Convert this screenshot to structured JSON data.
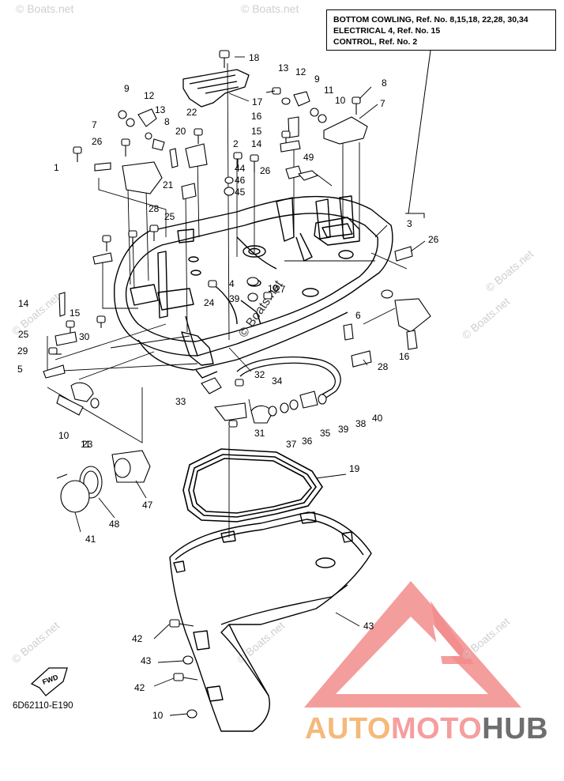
{
  "info_box": {
    "line1": "BOTTOM COWLING, Ref. No. 8,15,18, 22,28, 30,34",
    "line2": "ELECTRICAL 4, Ref. No. 15",
    "line3": "CONTROL,  Ref. No. 2"
  },
  "fwd_label": "FWD",
  "diagram_code": "6D62110-E190",
  "watermark": "© Boats.net",
  "brand": {
    "part1": "AUTO",
    "part2": "MOTO",
    "part3": "HUB"
  },
  "colors": {
    "logo_triangle": "#f28c8c",
    "brand_auto": "#f5b97a",
    "brand_moto": "#f59e9e",
    "brand_hub": "#6e6e6e"
  },
  "callouts": [
    "18",
    "13",
    "12",
    "9",
    "11",
    "10",
    "8",
    "7",
    "17",
    "16",
    "15",
    "14",
    "2",
    "44",
    "46",
    "45",
    "26",
    "49",
    "22",
    "20",
    "21",
    "25",
    "28",
    "27",
    "1",
    "3",
    "4",
    "39",
    "24",
    "6",
    "16",
    "14",
    "25",
    "15",
    "30",
    "29",
    "5",
    "10",
    "23",
    "33",
    "32",
    "34",
    "31",
    "37",
    "36",
    "35",
    "39",
    "38",
    "40",
    "19",
    "47",
    "48",
    "41",
    "43",
    "42",
    "43",
    "42",
    "10",
    "11",
    "9",
    "12",
    "13",
    "8",
    "7",
    "26",
    "26",
    "28",
    "10"
  ]
}
